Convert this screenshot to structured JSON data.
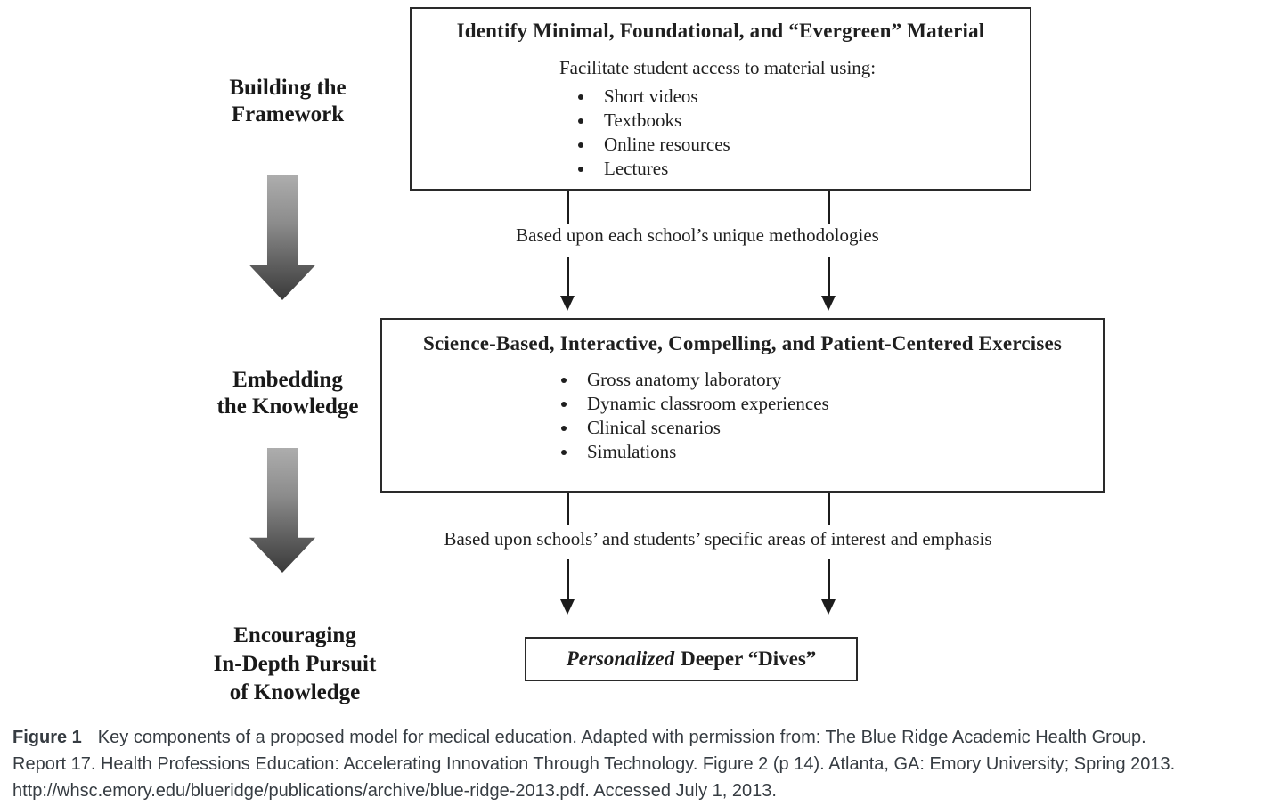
{
  "diagram": {
    "left_labels": [
      {
        "lines": [
          "Building the",
          "Framework"
        ]
      },
      {
        "lines": [
          "Embedding",
          "the Knowledge"
        ]
      },
      {
        "lines": [
          "Encouraging",
          "In-Depth Pursuit",
          "of Knowledge"
        ]
      }
    ],
    "boxes": [
      {
        "title": "Identify Minimal, Foundational, and “Evergreen” Material",
        "intro": "Facilitate student access to material using:",
        "bullets": [
          "Short videos",
          "Textbooks",
          "Online resources",
          "Lectures"
        ]
      },
      {
        "title": "Science-Based, Interactive, Compelling, and Patient-Centered Exercises",
        "bullets": [
          "Gross anatomy laboratory",
          "Dynamic classroom experiences",
          "Clinical scenarios",
          "Simulations"
        ]
      },
      {
        "title_italic": "Personalized",
        "title_rest": "Deeper “Dives”"
      }
    ],
    "connector_labels": [
      "Based upon each school’s unique methodologies",
      "Based upon schools’ and students’ specific areas of interest and emphasis"
    ],
    "colors": {
      "line": "#1c1c1c",
      "gradient_arrow_top": "#adadad",
      "gradient_arrow_bottom": "#3a3a3a"
    }
  },
  "caption": {
    "figure_label": "Figure 1",
    "line1": "Key components of a proposed model for medical education. Adapted with permission from: The Blue Ridge Academic Health Group.",
    "line2": "Report 17. Health Professions Education: Accelerating Innovation Through Technology. Figure 2 (p 14). Atlanta, GA: Emory University; Spring 2013.",
    "line3": "http://whsc.emory.edu/blueridge/publications/archive/blue-ridge-2013.pdf. Accessed July 1, 2013."
  }
}
